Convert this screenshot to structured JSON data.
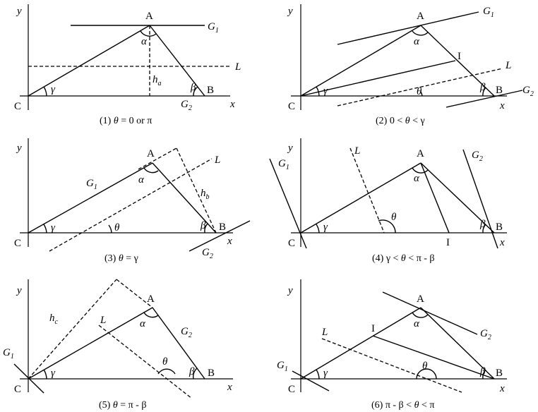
{
  "panels": [
    {
      "caption_pre": "(1) ",
      "caption_math": "θ",
      "caption_post": " = 0 or π",
      "labels": {
        "A": "A",
        "B": "B",
        "C": "C",
        "x": "x",
        "y": "y",
        "G1": "G",
        "G1sub": "1",
        "G2": "G",
        "G2sub": "2",
        "L": "L",
        "alpha": "α",
        "beta": "β",
        "gamma": "γ",
        "h": "h",
        "hsub": "a"
      }
    },
    {
      "caption_pre": "(2) 0 < ",
      "caption_math": "θ",
      "caption_post": " < γ",
      "labels": {
        "A": "A",
        "B": "B",
        "C": "C",
        "I": "I",
        "x": "x",
        "y": "y",
        "G1": "G",
        "G1sub": "1",
        "G2": "G",
        "G2sub": "2",
        "L": "L",
        "alpha": "α",
        "beta": "β",
        "gamma": "γ",
        "theta": "θ"
      }
    },
    {
      "caption_pre": "(3) ",
      "caption_math": "θ",
      "caption_post": " = γ",
      "labels": {
        "A": "A",
        "B": "B",
        "C": "C",
        "x": "x",
        "y": "y",
        "G1": "G",
        "G1sub": "1",
        "G2": "G",
        "G2sub": "2",
        "L": "L",
        "alpha": "α",
        "beta": "β",
        "gamma": "γ",
        "theta": "θ",
        "h": "h",
        "hsub": "b"
      }
    },
    {
      "caption_pre": "(4) γ < ",
      "caption_math": "θ",
      "caption_post": " < π - β",
      "labels": {
        "A": "A",
        "B": "B",
        "C": "C",
        "I": "I",
        "x": "x",
        "y": "y",
        "G1": "G",
        "G1sub": "1",
        "G2": "G",
        "G2sub": "2",
        "L": "L",
        "alpha": "α",
        "beta": "β",
        "gamma": "γ",
        "theta": "θ"
      }
    },
    {
      "caption_pre": "(5) ",
      "caption_math": "θ",
      "caption_post": " = π - β",
      "labels": {
        "A": "A",
        "B": "B",
        "C": "C",
        "x": "x",
        "y": "y",
        "G1": "G",
        "G1sub": "1",
        "G2": "G",
        "G2sub": "2",
        "L": "L",
        "alpha": "α",
        "beta": "β",
        "gamma": "γ",
        "theta": "θ",
        "h": "h",
        "hsub": "c"
      }
    },
    {
      "caption_pre": "(6) π - β < ",
      "caption_math": "θ",
      "caption_post": " < π",
      "labels": {
        "A": "A",
        "B": "B",
        "C": "C",
        "I": "I",
        "x": "x",
        "y": "y",
        "G1": "G",
        "G1sub": "1",
        "G2": "G",
        "G2sub": "2",
        "L": "L",
        "alpha": "α",
        "beta": "β",
        "gamma": "γ",
        "theta": "θ"
      }
    }
  ]
}
